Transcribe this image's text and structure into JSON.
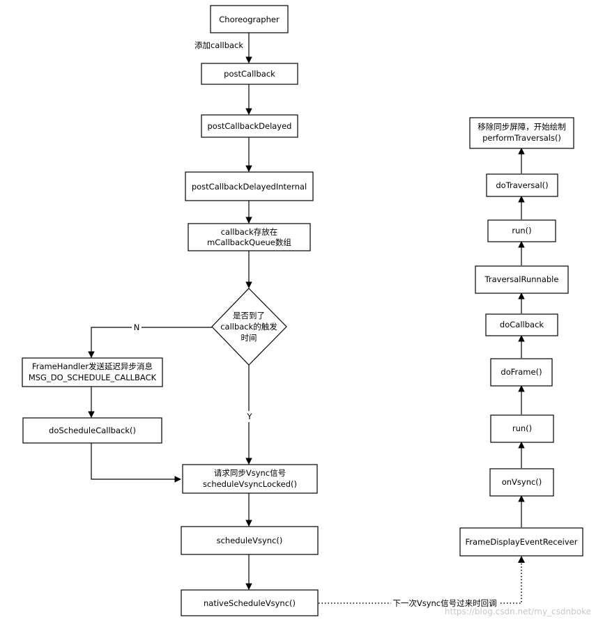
{
  "nodes": {
    "choreographer": "Choreographer",
    "post_callback": "postCallback",
    "post_callback_delayed": "postCallbackDelayed",
    "post_callback_delayed_internal": "postCallbackDelayedInternal",
    "callback_store": [
      "callback存放在",
      "mCallbackQueue数组"
    ],
    "decision": [
      "是否到了",
      "callback的触发",
      "时间"
    ],
    "frame_handler": [
      "FrameHandler发送延迟异步消息",
      "MSG_DO_SCHEDULE_CALLBACK"
    ],
    "do_schedule_callback": "doScheduleCallback()",
    "request_vsync": [
      "请求同步Vsync信号",
      "scheduleVsyncLocked()"
    ],
    "schedule_vsync": "scheduleVsync()",
    "native_schedule_vsync": "nativeScheduleVsync()",
    "frame_display_event_receiver": "FrameDisplayEventReceiver",
    "on_vsync": "onVsync()",
    "run_1": "run()",
    "do_frame": "doFrame()",
    "do_callback": "doCallback",
    "traversal_runnable": "TraversalRunnable",
    "run_2": "run()",
    "do_traversal": "doTraversal()",
    "perform_traversals": [
      "移除同步屏障，开始绘制",
      "performTraversals()"
    ]
  },
  "edge_labels": {
    "add_callback": "添加callback",
    "no": "N",
    "yes": "Y",
    "next_vsync": "下一次Vsync信号过来时回调"
  },
  "watermark": "https://blog.csdn.net/my_csdnboke"
}
